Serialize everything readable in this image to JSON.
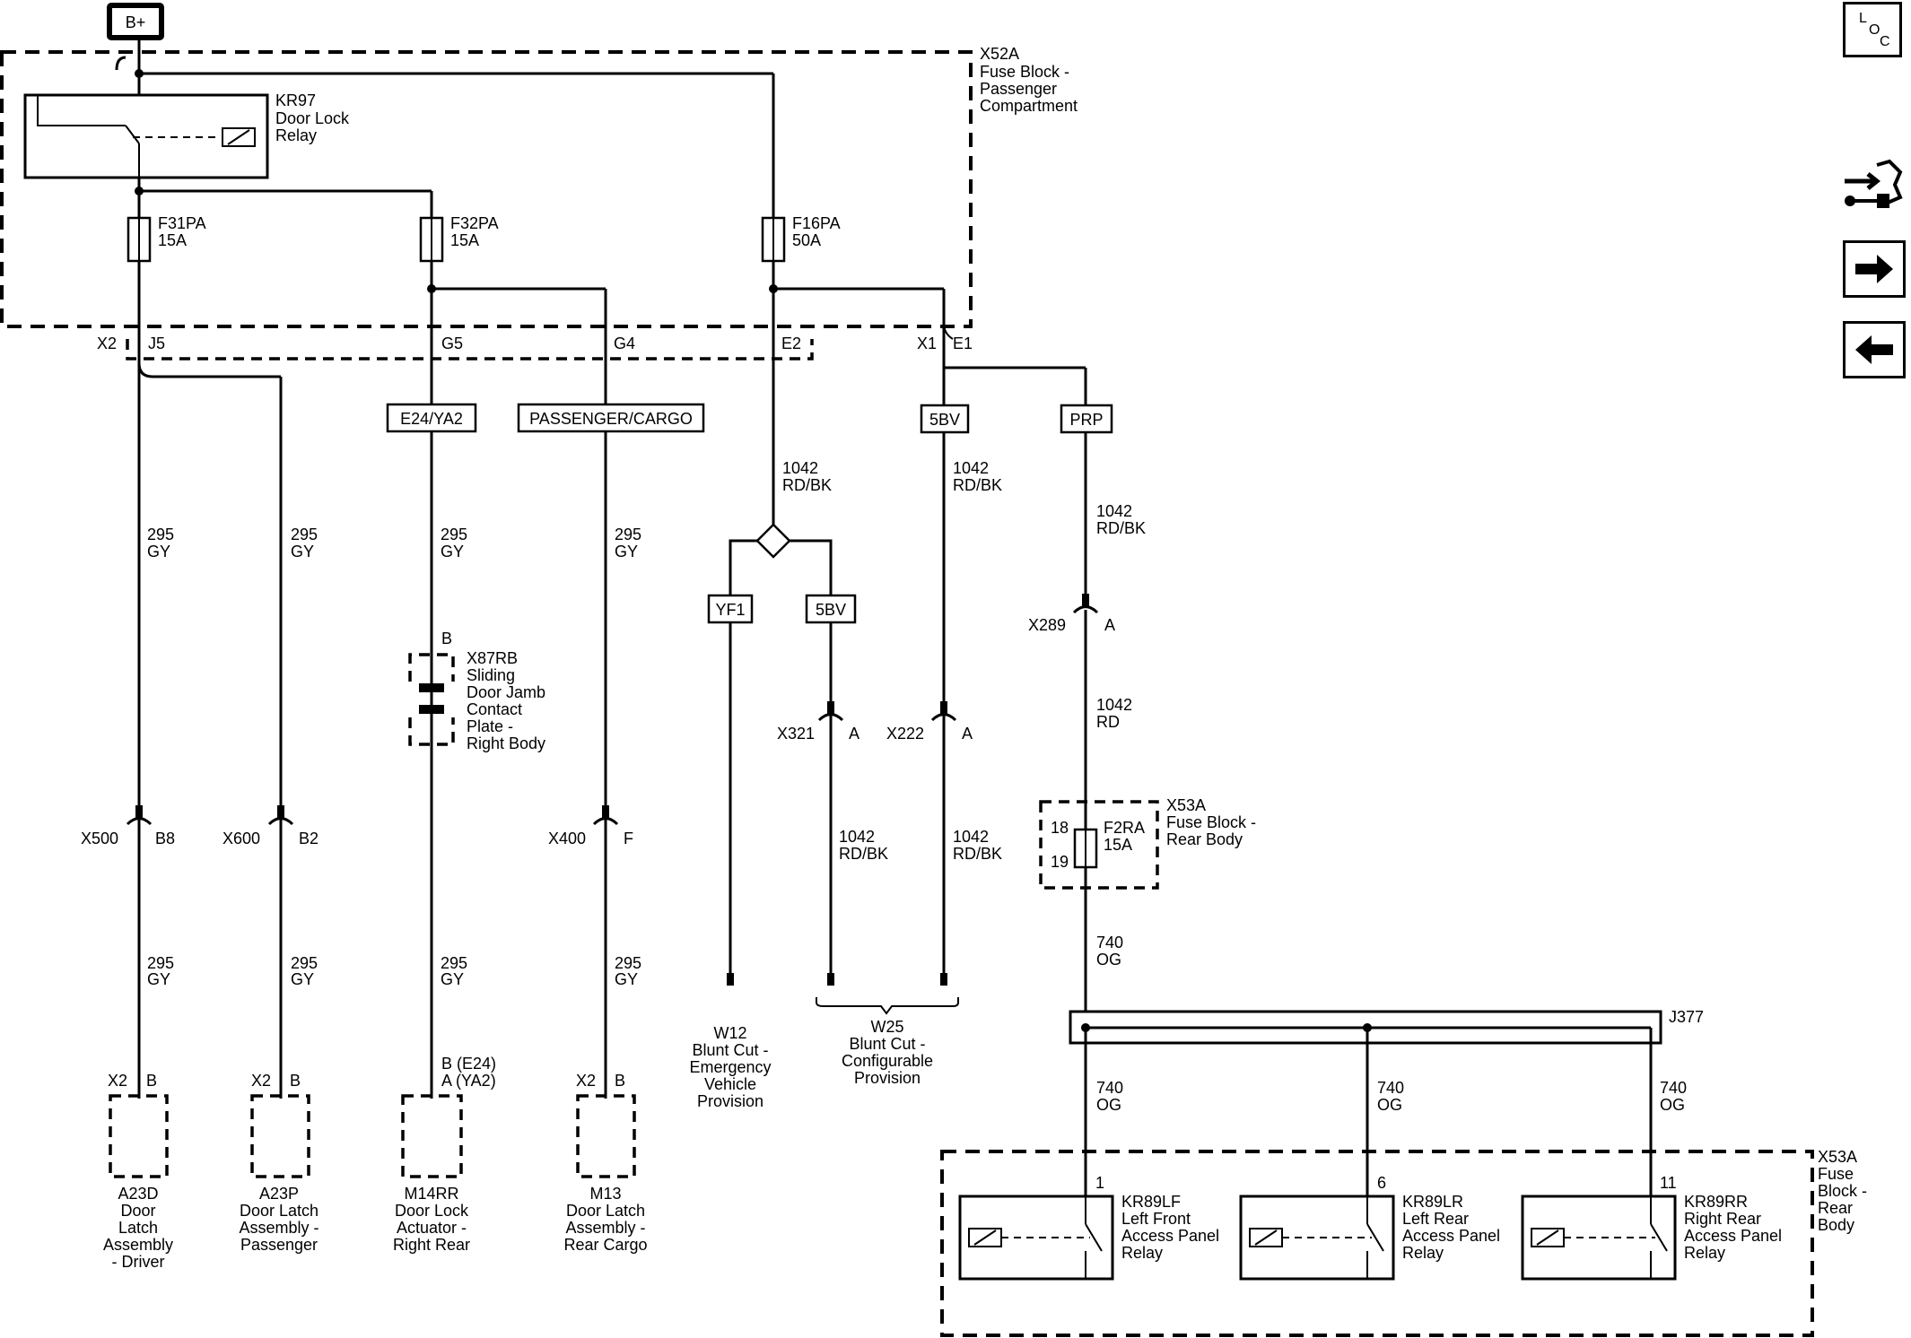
{
  "supply": {
    "label": "B+"
  },
  "fuse_block_pc": {
    "id": "X52A",
    "l1": "Fuse Block -",
    "l2": "Passenger",
    "l3": "Compartment"
  },
  "relay_kr97": {
    "id": "KR97",
    "l1": "Door Lock",
    "l2": "Relay"
  },
  "fuses": [
    {
      "id": "F31PA",
      "rating": "15A"
    },
    {
      "id": "F32PA",
      "rating": "15A"
    },
    {
      "id": "F16PA",
      "rating": "50A"
    }
  ],
  "pins": {
    "x2": "X2",
    "j5": "J5",
    "g5": "G5",
    "g4": "G4",
    "e2": "E2",
    "x1": "X1",
    "e1": "E1"
  },
  "options": {
    "e24": "E24/YA2",
    "pass_cargo": "PASSENGER/CARGO",
    "fivebv_a": "5BV",
    "prp": "PRP",
    "yf1": "YF1",
    "fivebv_b": "5BV"
  },
  "wires": {
    "gy_num": "295",
    "gy_col": "GY",
    "rdbk_num": "1042",
    "rdbk_col": "RD/BK",
    "rd_num": "1042",
    "rd_col": "RD",
    "og_num": "740",
    "og_col": "OG"
  },
  "connectors": {
    "x500": {
      "id": "X500",
      "pin": "B8"
    },
    "x600": {
      "id": "X600",
      "pin": "B2"
    },
    "x400": {
      "id": "X400",
      "pin": "F"
    },
    "x321": {
      "id": "X321",
      "pin": "A"
    },
    "x222": {
      "id": "X222",
      "pin": "A"
    },
    "x289": {
      "id": "X289",
      "pin": "A"
    },
    "x87rb": {
      "pin": "B",
      "l1": "X87RB",
      "l2": "Sliding",
      "l3": "Door Jamb",
      "l4": "Contact",
      "l5": "Plate -",
      "l6": "Right Body"
    }
  },
  "devices": {
    "a23d": {
      "conn": "X2",
      "pin": "B",
      "l1": "A23D",
      "l2": "Door",
      "l3": "Latch",
      "l4": "Assembly",
      "l5": "- Driver"
    },
    "a23p": {
      "conn": "X2",
      "pin": "B",
      "l1": "A23P",
      "l2": "Door Latch",
      "l3": "Assembly -",
      "l4": "Passenger"
    },
    "m14rr": {
      "pin1": "B (E24)",
      "pin2": "A (YA2)",
      "l1": "M14RR",
      "l2": "Door Lock",
      "l3": "Actuator -",
      "l4": "Right Rear"
    },
    "m13": {
      "conn": "X2",
      "pin": "B",
      "l1": "M13",
      "l2": "Door Latch",
      "l3": "Assembly -",
      "l4": "Rear Cargo"
    }
  },
  "blunt": {
    "w12": {
      "l1": "W12",
      "l2": "Blunt Cut -",
      "l3": "Emergency",
      "l4": "Vehicle",
      "l5": "Provision"
    },
    "w25": {
      "l1": "W25",
      "l2": "Blunt Cut -",
      "l3": "Configurable",
      "l4": "Provision"
    }
  },
  "fuse_block_rb": {
    "id": "X53A",
    "l1": "Fuse Block -",
    "l2": "Rear Body",
    "fuse": "F2RA",
    "rating": "15A",
    "pin_in": "18",
    "pin_out": "19"
  },
  "splice": {
    "id": "J377"
  },
  "fuse_block_rb2": {
    "id": "X53A",
    "l1": "Fuse",
    "l2": "Block -",
    "l3": "Rear",
    "l4": "Body"
  },
  "relays": [
    {
      "pin": "1",
      "id": "KR89LF",
      "l1": "Left Front",
      "l2": "Access Panel",
      "l3": "Relay"
    },
    {
      "pin": "6",
      "id": "KR89LR",
      "l1": "Left Rear",
      "l2": "Access Panel",
      "l3": "Relay"
    },
    {
      "pin": "11",
      "id": "KR89RR",
      "l1": "Right Rear",
      "l2": "Access Panel",
      "l3": "Relay"
    }
  ],
  "nav": {
    "loc_l": "L",
    "loc_o": "O",
    "loc_c": "C"
  },
  "icons": [
    "location-icon",
    "connector-tool-icon",
    "arrow-right-icon",
    "arrow-left-icon"
  ]
}
